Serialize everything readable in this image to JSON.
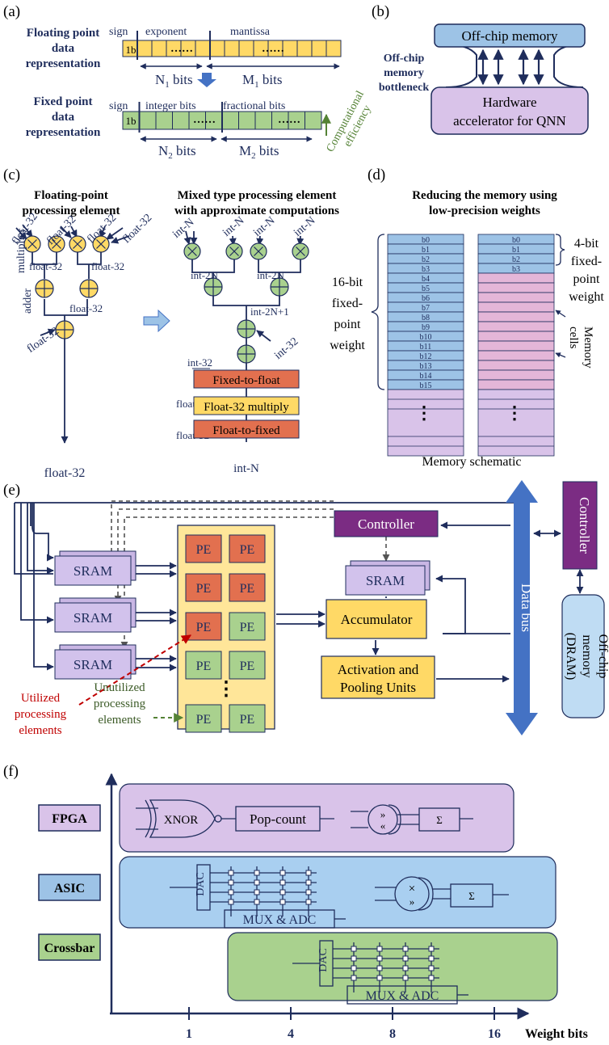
{
  "panel_labels": {
    "a": "(a)",
    "b": "(b)",
    "c": "(c)",
    "d": "(d)",
    "e": "(e)",
    "f": "(f)"
  },
  "colors": {
    "navy": "#1f2d5c",
    "yellow": "#ffd966",
    "green": "#a9d18e",
    "blue": "#9dc3e6",
    "lavender": "#d9c3e9",
    "purple": "#7b2c83",
    "red_orange": "#e2704f",
    "pink": "#e4b6d8",
    "olive": "#548235",
    "crimson": "#c00000",
    "arrow_blue": "#4472c4",
    "peach": "#ffe699"
  },
  "a": {
    "float_title_1": "Floating point",
    "float_title_2": "data",
    "float_title_3": "representation",
    "sign": "sign",
    "exponent": "exponent",
    "mantissa": "mantissa",
    "first_bit": "1b",
    "dots": "……",
    "n1": "N",
    "n1_sub": "1",
    "m1": "M",
    "m1_sub": "1",
    "bits": "bits",
    "fixed_title_1": "Fixed point",
    "fixed_title_2": "data",
    "fixed_title_3": "representation",
    "sign2": "sign",
    "integer": "integer bits",
    "fractional": "fractional bits",
    "n2": "N",
    "n2_sub": "2",
    "m2": "M",
    "m2_sub": "2",
    "efficiency_1": "Computational",
    "efficiency_2": "efficiency"
  },
  "b": {
    "bottleneck_1": "Off-chip",
    "bottleneck_2": "memory",
    "bottleneck_3": "bottleneck",
    "offchip": "Off-chip memory",
    "accel_1": "Hardware",
    "accel_2": "accelerator for QNN"
  },
  "c": {
    "left_title_1": "Floating-point",
    "left_title_2": "processing element",
    "right_title_1": "Mixed type processing element",
    "right_title_2": "with approximate computations",
    "float32": "float-32",
    "multiplier": "multiplier",
    "adder": "adder",
    "intN": "int-N",
    "int2N": "int-2N",
    "int2N1": "int-2N+1",
    "int32": "int-32",
    "fixed_to_float": "Fixed-to-float",
    "float_mult": "Float-32 multiply",
    "float_to_fixed": "Float-to-fixed"
  },
  "d": {
    "title_1": "Reducing the memory using",
    "title_2": "low-precision weights",
    "bits": [
      "b0",
      "b1",
      "b2",
      "b3",
      "b4",
      "b5",
      "b6",
      "b7",
      "b8",
      "b9",
      "b10",
      "b11",
      "b12",
      "b13",
      "b14",
      "b15"
    ],
    "label16_1": "16-bit",
    "label16_2": "fixed-",
    "label16_3": "point",
    "label16_4": "weight",
    "label4_1": "4-bit",
    "label4_2": "fixed-",
    "label4_3": "point",
    "label4_4": "weight",
    "memory_cells_1": "Memory",
    "memory_cells_2": "cells",
    "schematic": "Memory schematic",
    "vdots": "⋮"
  },
  "e": {
    "controller": "Controller",
    "controller_right": "Controller",
    "sram": "SRAM",
    "pe": "PE",
    "accumulator": "Accumulator",
    "activation_1": "Activation and",
    "activation_2": "Pooling Units",
    "data_bus": "Data bus",
    "dram_1": "Off-chip",
    "dram_2": "memory",
    "dram_3": "(DRAM)",
    "utilized_1": "Utilized",
    "utilized_2": "processing",
    "utilized_3": "elements",
    "unutilized_1": "Unutilized",
    "unutilized_2": "processing",
    "unutilized_3": "elements",
    "vdots": "⋮"
  },
  "f": {
    "fpga": "FPGA",
    "asic": "ASIC",
    "crossbar": "Crossbar",
    "xnor": "XNOR",
    "popcount": "Pop-count",
    "sigma": "Σ",
    "shift_r": "»",
    "shift_l": "«",
    "times": "×",
    "dac": "DAC",
    "mux": "MUX & ADC",
    "ticks": [
      "1",
      "4",
      "8",
      "16"
    ],
    "axis_label": "Weight bits"
  }
}
